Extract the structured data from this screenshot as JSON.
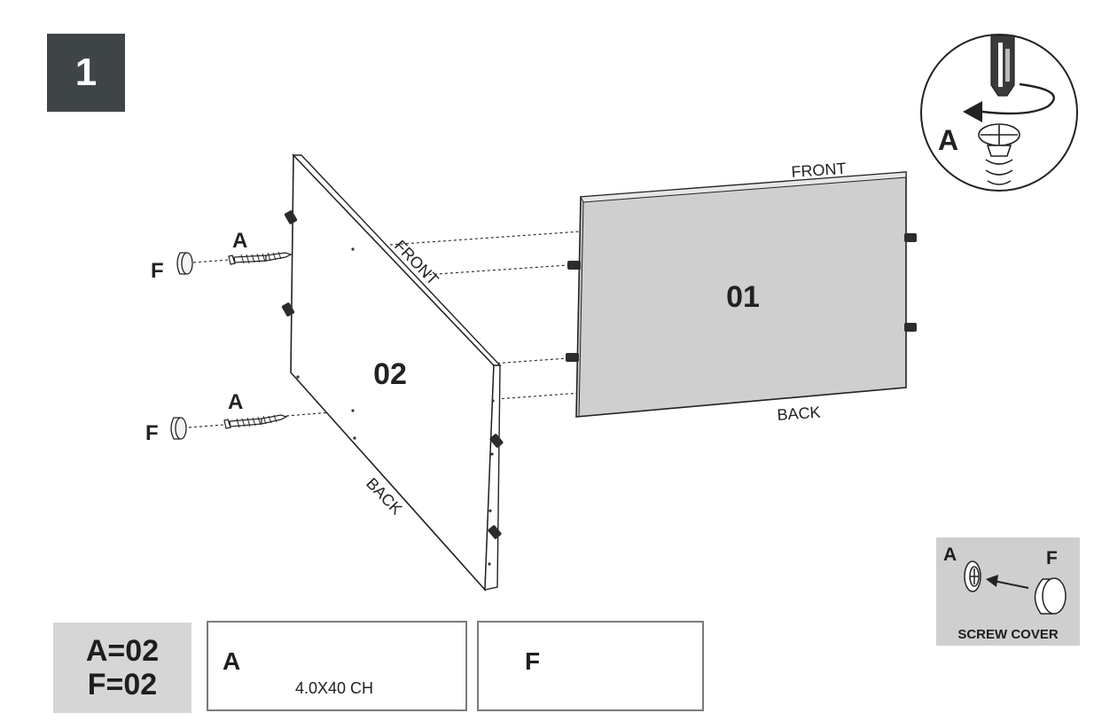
{
  "step": {
    "number": "1"
  },
  "panels": {
    "side": {
      "label": "02",
      "edge_front": "FRONT",
      "edge_back": "BACK"
    },
    "main": {
      "label": "01",
      "edge_front": "FRONT",
      "edge_back": "BACK"
    }
  },
  "hardware_callouts": {
    "screw_top": "A",
    "cover_top": "F",
    "screw_bottom": "A",
    "cover_bottom": "F"
  },
  "screwdriver_inset": {
    "part_letter": "A"
  },
  "quantities": {
    "line_a": "A=02",
    "line_f": "F=02"
  },
  "parts": {
    "a": {
      "letter": "A",
      "spec": "4.0X40 CH"
    },
    "f": {
      "letter": "F"
    }
  },
  "screw_cover_inset": {
    "letter_a": "A",
    "letter_f": "F",
    "title": "SCREW COVER"
  }
}
